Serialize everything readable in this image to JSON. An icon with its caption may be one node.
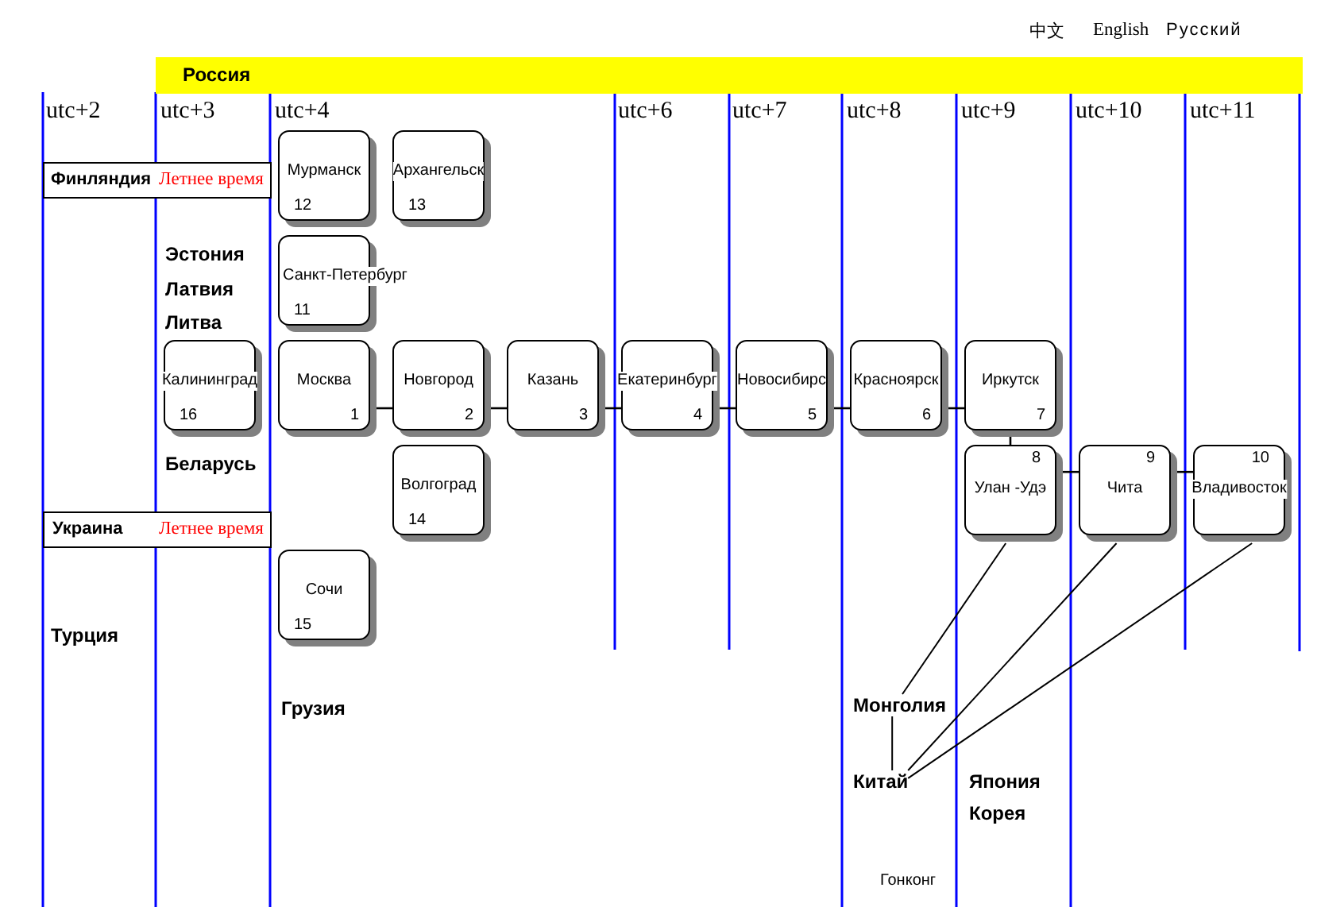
{
  "diagram": {
    "nodes": [
      {
        "text": [
          "Россия"
        ]
      },
      {
        "text": [
          "Мурманск",
          "12"
        ]
      },
      {
        "text": [
          "Архангельск",
          "13"
        ]
      },
      {
        "text": [
          "Финляндия",
          "Летнее время"
        ]
      },
      {
        "text": [
          "Санкт-Петербург",
          "11"
        ]
      },
      {
        "text": [
          "Калининград",
          "16"
        ]
      },
      {
        "text": [
          "Москва",
          "1"
        ]
      },
      {
        "text": [
          "Новгород",
          "2"
        ]
      },
      {
        "text": [
          "Казань",
          "3"
        ]
      },
      {
        "text": [
          "Екатеринбург",
          "4"
        ]
      },
      {
        "text": [
          "Новосибирс",
          "5"
        ]
      },
      {
        "text": [
          "Красноярск",
          "6"
        ]
      },
      {
        "text": [
          "Иркутск",
          "7"
        ]
      },
      {
        "text": [
          "Волгоград",
          "14"
        ]
      },
      {
        "text": [
          "8",
          "Улан -Удэ"
        ]
      },
      {
        "text": [
          "9",
          "Чита"
        ]
      },
      {
        "text": [
          "10",
          "Владивосток"
        ]
      },
      {
        "text": [
          "Украина",
          "Летнее время"
        ]
      },
      {
        "text": [
          "Сочи",
          "15"
        ]
      },
      {
        "text": [
          "Монголия"
        ]
      },
      {
        "text": [
          "Китай"
        ]
      }
    ],
    "edges": [
      {
        "from": 6,
        "to": 7,
        "arrow": "none"
      },
      {
        "from": 7,
        "to": 8,
        "arrow": "none"
      },
      {
        "from": 8,
        "to": 9,
        "arrow": "none"
      },
      {
        "from": 9,
        "to": 10,
        "arrow": "none"
      },
      {
        "from": 10,
        "to": 11,
        "arrow": "none"
      },
      {
        "from": 11,
        "to": 12,
        "arrow": "none"
      },
      {
        "from": 12,
        "to": 14,
        "arrow": "none"
      },
      {
        "from": 14,
        "to": 15,
        "arrow": "none"
      },
      {
        "from": 15,
        "to": 16,
        "arrow": "none"
      },
      {
        "from": 14,
        "to": 19,
        "arrow": "none"
      },
      {
        "from": 15,
        "to": 20,
        "arrow": "none"
      },
      {
        "from": 16,
        "to": 20,
        "arrow": "none"
      },
      {
        "from": 19,
        "to": 20,
        "arrow": "none"
      }
    ],
    "labels": [
      "中文",
      "English",
      "Русский",
      "utc+2",
      "utc+3",
      "utc+4",
      "utc+6",
      "utc+7",
      "utc+8",
      "utc+9",
      "utc+10",
      "utc+11",
      "Эстония",
      "Латвия",
      "Литва",
      "Беларусь",
      "Турция",
      "Грузия",
      "Япония",
      "Корея",
      "Гонконг"
    ]
  }
}
